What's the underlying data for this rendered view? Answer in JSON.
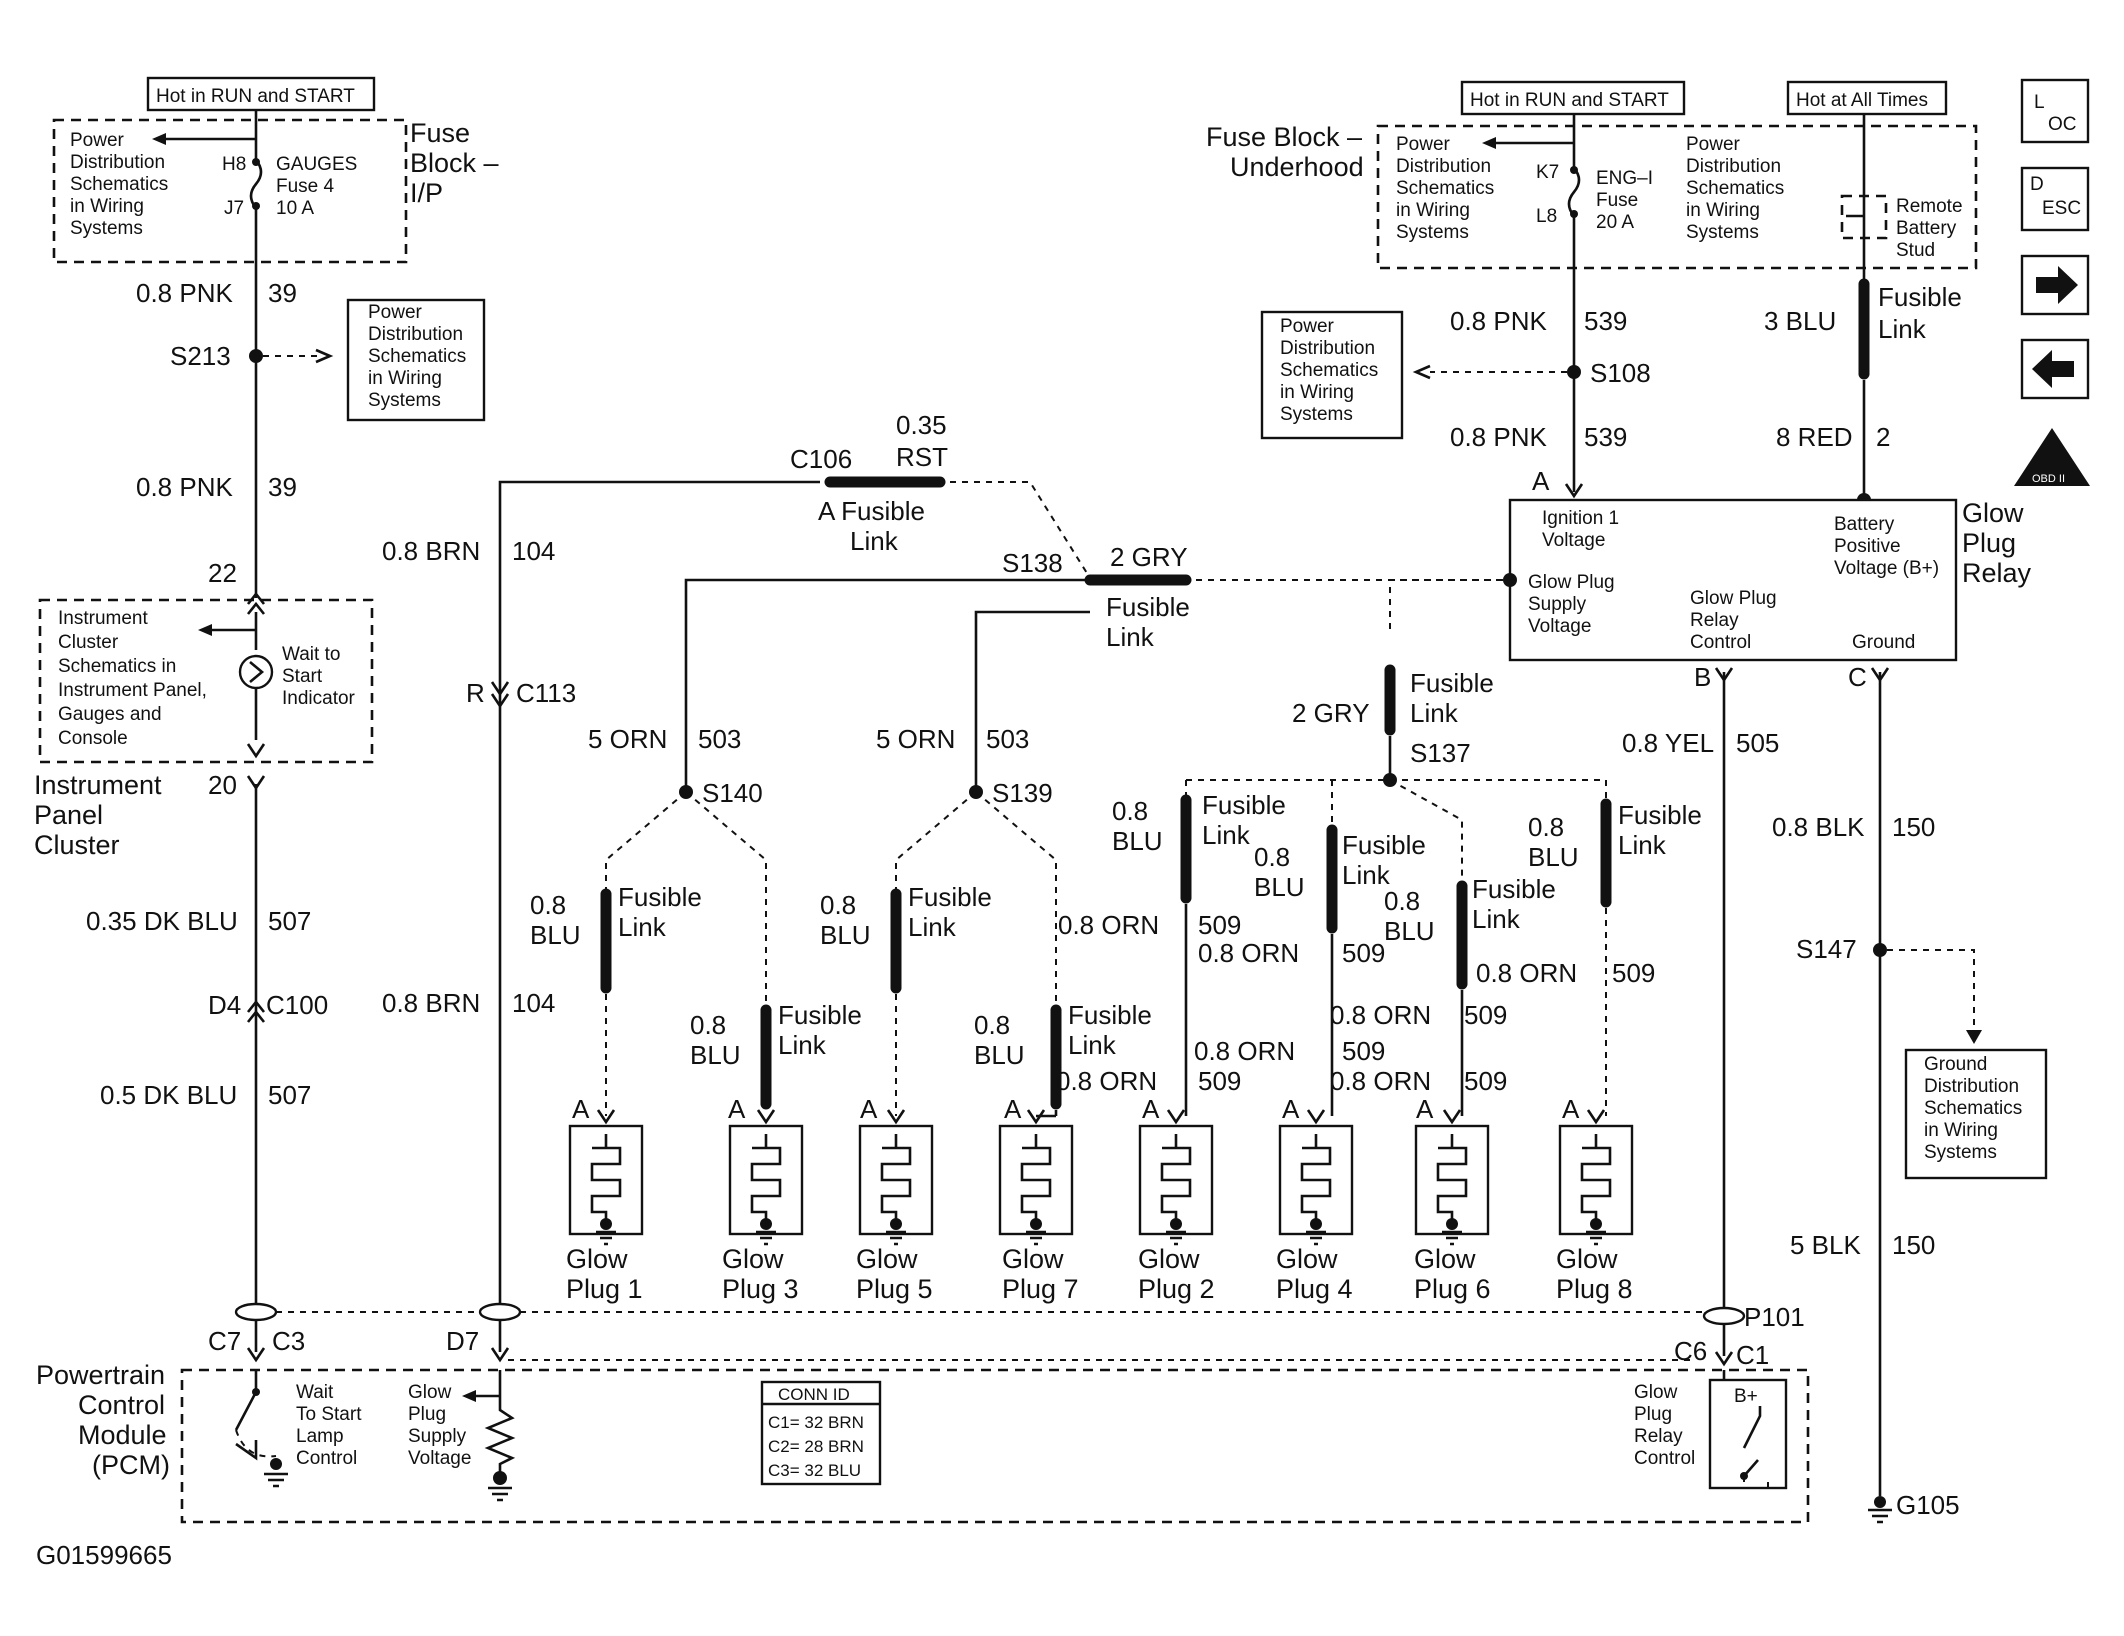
{
  "diagram_id": "G01599665",
  "nav": {
    "loc_main": "L",
    "loc_sub": "OC",
    "desc_main": "D",
    "desc_sub": "ESC",
    "obd": "OBD II"
  },
  "fuse_ip": {
    "hot": "Hot in RUN and START",
    "name": [
      "Fuse",
      "Block –",
      "I/P"
    ],
    "power": [
      "Power",
      "Distribution",
      "Schematics",
      "in Wiring",
      "Systems"
    ],
    "h8": "H8",
    "j7": "J7",
    "fuse": [
      "GAUGES",
      "Fuse 4",
      "10 A"
    ]
  },
  "fuse_uh": {
    "hot1": "Hot in RUN and START",
    "hot2": "Hot at All Times",
    "name": [
      "Fuse Block –",
      "Underhood"
    ],
    "power1": [
      "Power",
      "Distribution",
      "Schematics",
      "in Wiring",
      "Systems"
    ],
    "k7": "K7",
    "l8": "L8",
    "fuse": [
      "ENG–I",
      "Fuse",
      "20 A"
    ],
    "power2": [
      "Power",
      "Distribution",
      "Schematics",
      "in Wiring",
      "Systems"
    ],
    "stud": [
      "Remote",
      "Battery",
      "Stud"
    ]
  },
  "left": {
    "w1": "0.8 PNK",
    "c1": "39",
    "s213": "S213",
    "pd": [
      "Power",
      "Distribution",
      "Schematics",
      "in Wiring",
      "Systems"
    ],
    "w2": "0.8 PNK",
    "c2": "39",
    "p22": "22",
    "ic": [
      "Instrument",
      "Cluster",
      "Schematics in",
      "Instrument Panel,",
      "Gauges and",
      "Console"
    ],
    "wait": [
      "Wait to",
      "Start",
      "Indicator"
    ],
    "ipc": [
      "Instrument",
      "Panel",
      "Cluster"
    ],
    "p20": "20",
    "w3": "0.35 DK BLU",
    "c3": "507",
    "d4": "D4",
    "c100": "C100",
    "w4": "0.5 DK BLU",
    "c4": "507"
  },
  "brn": {
    "w1": "0.8 BRN",
    "c1": "104",
    "r": "R",
    "c113": "C113",
    "w2": "0.8 BRN",
    "c2": "104"
  },
  "mid": {
    "c106": "C106",
    "g035": "0.35",
    "rst": "RST",
    "afl": [
      "A Fusible",
      "Link"
    ],
    "s138": "S138",
    "gry": "2 GRY",
    "fl": [
      "Fusible",
      "Link"
    ],
    "orn1": "5 ORN",
    "c503a": "503",
    "s140": "S140",
    "orn2": "5 ORN",
    "c503b": "503",
    "s139": "S139",
    "blu": [
      "0.8",
      "BLU"
    ],
    "fus": [
      "Fusible",
      "Link"
    ]
  },
  "right": {
    "pnk1": "0.8 PNK",
    "c539a": "539",
    "s108": "S108",
    "pnk2": "0.8 PNK",
    "c539b": "539",
    "pd": [
      "Power",
      "Distribution",
      "Schematics",
      "in Wiring",
      "Systems"
    ],
    "blu3": "3 BLU",
    "fl": [
      "Fusible",
      "Link"
    ],
    "red": "8 RED",
    "c2": "2",
    "pa": "A",
    "relay": [
      "Glow",
      "Plug",
      "Relay"
    ],
    "ign": [
      "Ignition 1",
      "Voltage"
    ],
    "bat": [
      "Battery",
      "Positive",
      "Voltage (B+)"
    ],
    "sup": [
      "Glow Plug",
      "Supply",
      "Voltage"
    ],
    "ctl": [
      "Glow Plug",
      "Relay",
      "Control"
    ],
    "gnd": "Ground",
    "pb": "B",
    "pc": "C",
    "gry2": "2 GRY",
    "fl2": [
      "Fusible",
      "Link"
    ],
    "s137": "S137",
    "yel": "0.8 YEL",
    "c505": "505",
    "blk1": "0.8 BLK",
    "c150a": "150",
    "s147": "S147",
    "gd": [
      "Ground",
      "Distribution",
      "Schematics",
      "in Wiring",
      "Systems"
    ],
    "blk2": "5 BLK",
    "c150b": "150",
    "g105": "G105",
    "orn": "0.8 ORN",
    "c509": "509"
  },
  "plugs": [
    {
      "name": [
        "Glow",
        "Plug 1"
      ],
      "pin": "A"
    },
    {
      "name": [
        "Glow",
        "Plug 3"
      ],
      "pin": "A"
    },
    {
      "name": [
        "Glow",
        "Plug 5"
      ],
      "pin": "A"
    },
    {
      "name": [
        "Glow",
        "Plug 7"
      ],
      "pin": "A"
    },
    {
      "name": [
        "Glow",
        "Plug 2"
      ],
      "pin": "A"
    },
    {
      "name": [
        "Glow",
        "Plug 4"
      ],
      "pin": "A"
    },
    {
      "name": [
        "Glow",
        "Plug 6"
      ],
      "pin": "A"
    },
    {
      "name": [
        "Glow",
        "Plug 8"
      ],
      "pin": "A"
    }
  ],
  "pcm": {
    "name": [
      "Powertrain",
      "Control",
      "Module",
      "(PCM)"
    ],
    "c7": "C7",
    "c3": "C3",
    "d7": "D7",
    "p101": "P101",
    "c6": "C6",
    "c1": "C1",
    "wait": [
      "Wait",
      "To Start",
      "Lamp",
      "Control"
    ],
    "supply": [
      "Glow",
      "Plug",
      "Supply",
      "Voltage"
    ],
    "conn_title": "CONN ID",
    "conn": [
      "C1= 32 BRN",
      "C2= 28 BRN",
      "C3= 32 BLU"
    ],
    "relay": [
      "Glow",
      "Plug",
      "Relay",
      "Control"
    ],
    "bplus": "B+"
  }
}
